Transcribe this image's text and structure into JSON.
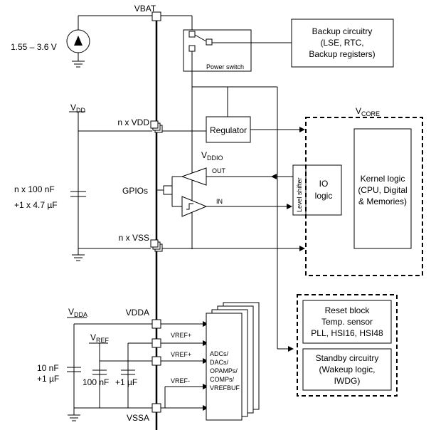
{
  "pins": {
    "vbat": "VBAT",
    "nvdd": "n x VDD",
    "gpios": "GPIOs",
    "nvss": "n x VSS",
    "vdda": "VDDA",
    "vssa": "VSSA"
  },
  "supplies": {
    "vbat_range": "1.55 – 3.6 V",
    "vdd_main": "V",
    "vdd_sub": "DD",
    "vdda_main": "V",
    "vdda_sub": "DDA",
    "vref_main": "V",
    "vref_sub": "REF",
    "vddio_main": "V",
    "vddio_sub": "DDIO",
    "vcore_main": "V",
    "vcore_sub": "CORE"
  },
  "caps": {
    "vdd_line1": "n x 100 nF",
    "vdd_line2": "+1 x 4.7 µF",
    "vdda_line1": "10 nF",
    "vdda_line2": "+1 µF",
    "vref_100nf": "100 nF",
    "vref_1uf": "+1 µF"
  },
  "blocks": {
    "backup_line1": "Backup circuitry",
    "backup_line2": "(LSE, RTC,",
    "backup_line3": "Backup registers)",
    "power_switch": "Power switch",
    "regulator": "Regulator",
    "level_shifter": "Level shifter",
    "io_line1": "IO",
    "io_line2": "logic",
    "kernel_line1": "Kernel logic",
    "kernel_line2": "(CPU, Digital",
    "kernel_line3": "& Memories)",
    "out": "OUT",
    "in": "IN",
    "vref_plus_1": "VREF+",
    "vref_plus_2": "VREF+",
    "vref_minus": "VREF-",
    "analog_line1": "ADCs/",
    "analog_line2": "DACs/",
    "analog_line3": "OPAMPs/",
    "analog_line4": "COMPs/",
    "analog_line5": "VREFBUF",
    "reset_line1": "Reset block",
    "reset_line2": "Temp. sensor",
    "reset_line3": "PLL, HSI16, HSI48",
    "standby_line1": "Standby circuitry",
    "standby_line2": "(Wakeup logic,",
    "standby_line3": "IWDG)"
  }
}
